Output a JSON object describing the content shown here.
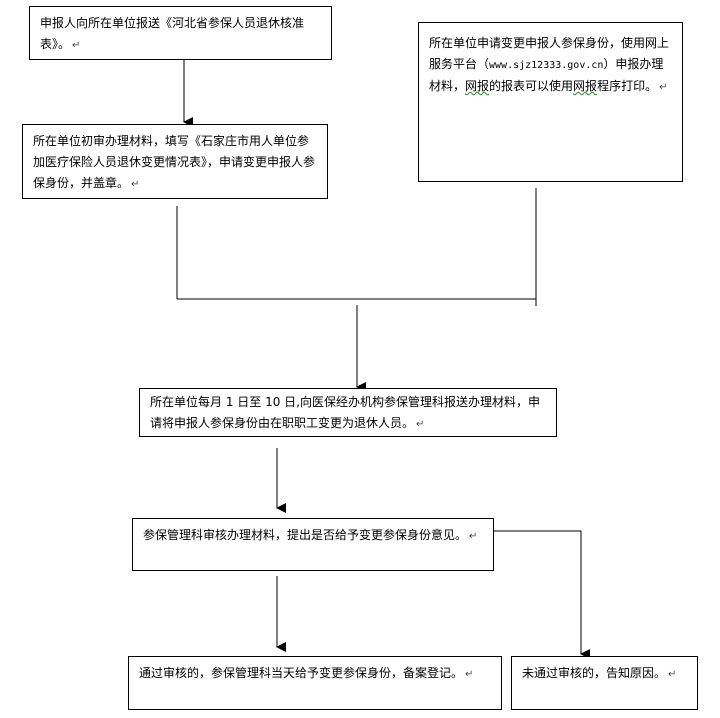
{
  "flowchart": {
    "return_mark": "↵",
    "box1": {
      "text": "申报人向所在单位报送《河北省参保人员退休核准表》。"
    },
    "box2": {
      "text": "所在单位初审办理材料，填写《石家庄市用人单位参加医疗保险人员退休变更情况表》，申请变更申报人参保身份，并盖章。"
    },
    "box3": {
      "text_a": "所在单位申请变更申报人参保身份，使用网上服务平台（",
      "url": "www.sjz12333.gov.cn",
      "text_b": "）申报办理材料，",
      "wavy_1": "网报",
      "text_c": "的报表可以使用",
      "wavy_2": "网报",
      "text_d": "程序打印。"
    },
    "box4": {
      "text": "所在单位每月 1 日至 10 日,向医保经办机构参保管理科报送办理材料，申请将申报人参保身份由在职职工变更为退休人员。"
    },
    "box5": {
      "text": "参保管理科审核办理材料，提出是否给予变更参保身份意见。"
    },
    "box6": {
      "text": "通过审核的，参保管理科当天给予变更参保身份，备案登记。"
    },
    "box7": {
      "text": "未通过审核的，告知原因。"
    },
    "colors": {
      "stroke": "#000000",
      "border": "#000000",
      "wavy_underline": "#2e7d32"
    }
  }
}
